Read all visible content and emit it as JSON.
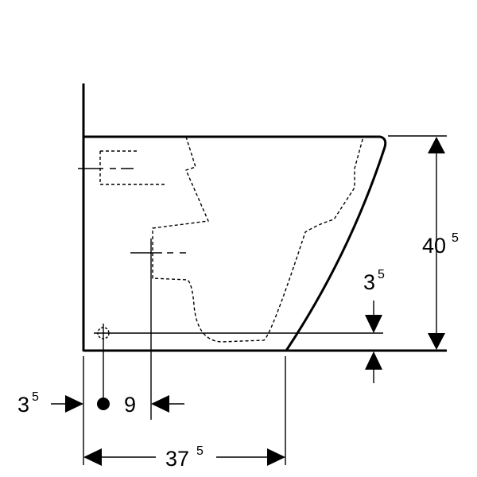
{
  "diagram": {
    "colors": {
      "line": "#000000",
      "background": "#ffffff"
    },
    "dimensions": {
      "height": {
        "main": "40",
        "sup": "5"
      },
      "floor_offset": {
        "main": "3",
        "sup": "5"
      },
      "wall_offset": {
        "main": "3",
        "sup": "5"
      },
      "outlet_distance": {
        "main": "9"
      },
      "depth": {
        "main": "37",
        "sup": "5"
      }
    }
  }
}
